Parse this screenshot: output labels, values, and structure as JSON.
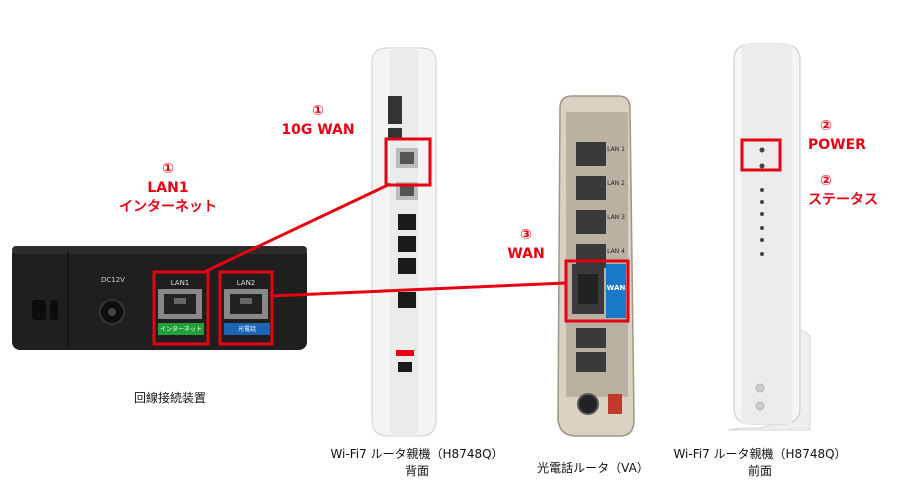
{
  "colors": {
    "highlight": "#e60012",
    "device_dark": "#1f1f1f",
    "device_light": "#f2f2f2",
    "lan1_tag": "#21a038",
    "lan2_tag": "#1c64b4",
    "wan_tag": "#1a79c8"
  },
  "onu": {
    "dc_label": "DC12V",
    "port1_label": "LAN1",
    "port2_label": "LAN2",
    "port1_tag": "インターネット",
    "port2_tag": "光電話",
    "caption": "回線接続装置"
  },
  "router_back": {
    "caption_line1": "Wi-Fi7 ルータ親機（H8748Q）",
    "caption_line2": "背面"
  },
  "va": {
    "lan_labels": [
      "LAN 1",
      "LAN 2",
      "LAN 3",
      "LAN 4"
    ],
    "wan_tag": "WAN",
    "caption": "光電話ルータ（VA）"
  },
  "router_front": {
    "caption_line1": "Wi-Fi7 ルータ親機（H8748Q）",
    "caption_line2": "前面"
  },
  "callouts": {
    "c1_lan1": {
      "num": "①",
      "line1": "LAN1",
      "line2": "インターネット"
    },
    "c1_10g": {
      "num": "①",
      "line1": "10G WAN"
    },
    "c3_wan": {
      "num": "③",
      "line1": "WAN"
    },
    "c2_power": {
      "num": "②",
      "line1": "POWER"
    },
    "c2_status": {
      "num": "②",
      "line1": "ステータス"
    }
  }
}
